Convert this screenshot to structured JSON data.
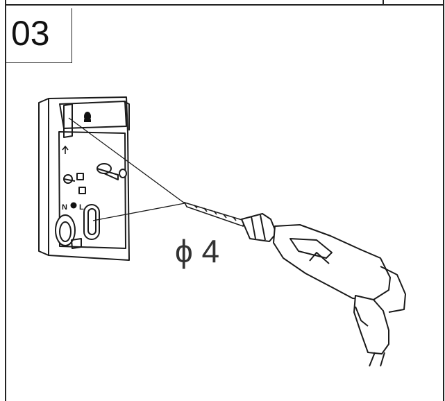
{
  "step": {
    "number": "03"
  },
  "dimension": {
    "label": "ϕ 4"
  },
  "box_labels": {
    "neutral": "N",
    "live": "L"
  },
  "colors": {
    "line": "#1a1a1a",
    "background": "#ffffff"
  },
  "icons": [
    "wall-box",
    "drill",
    "drill-bit",
    "arrow-up-icon",
    "pear-lock-icon"
  ]
}
